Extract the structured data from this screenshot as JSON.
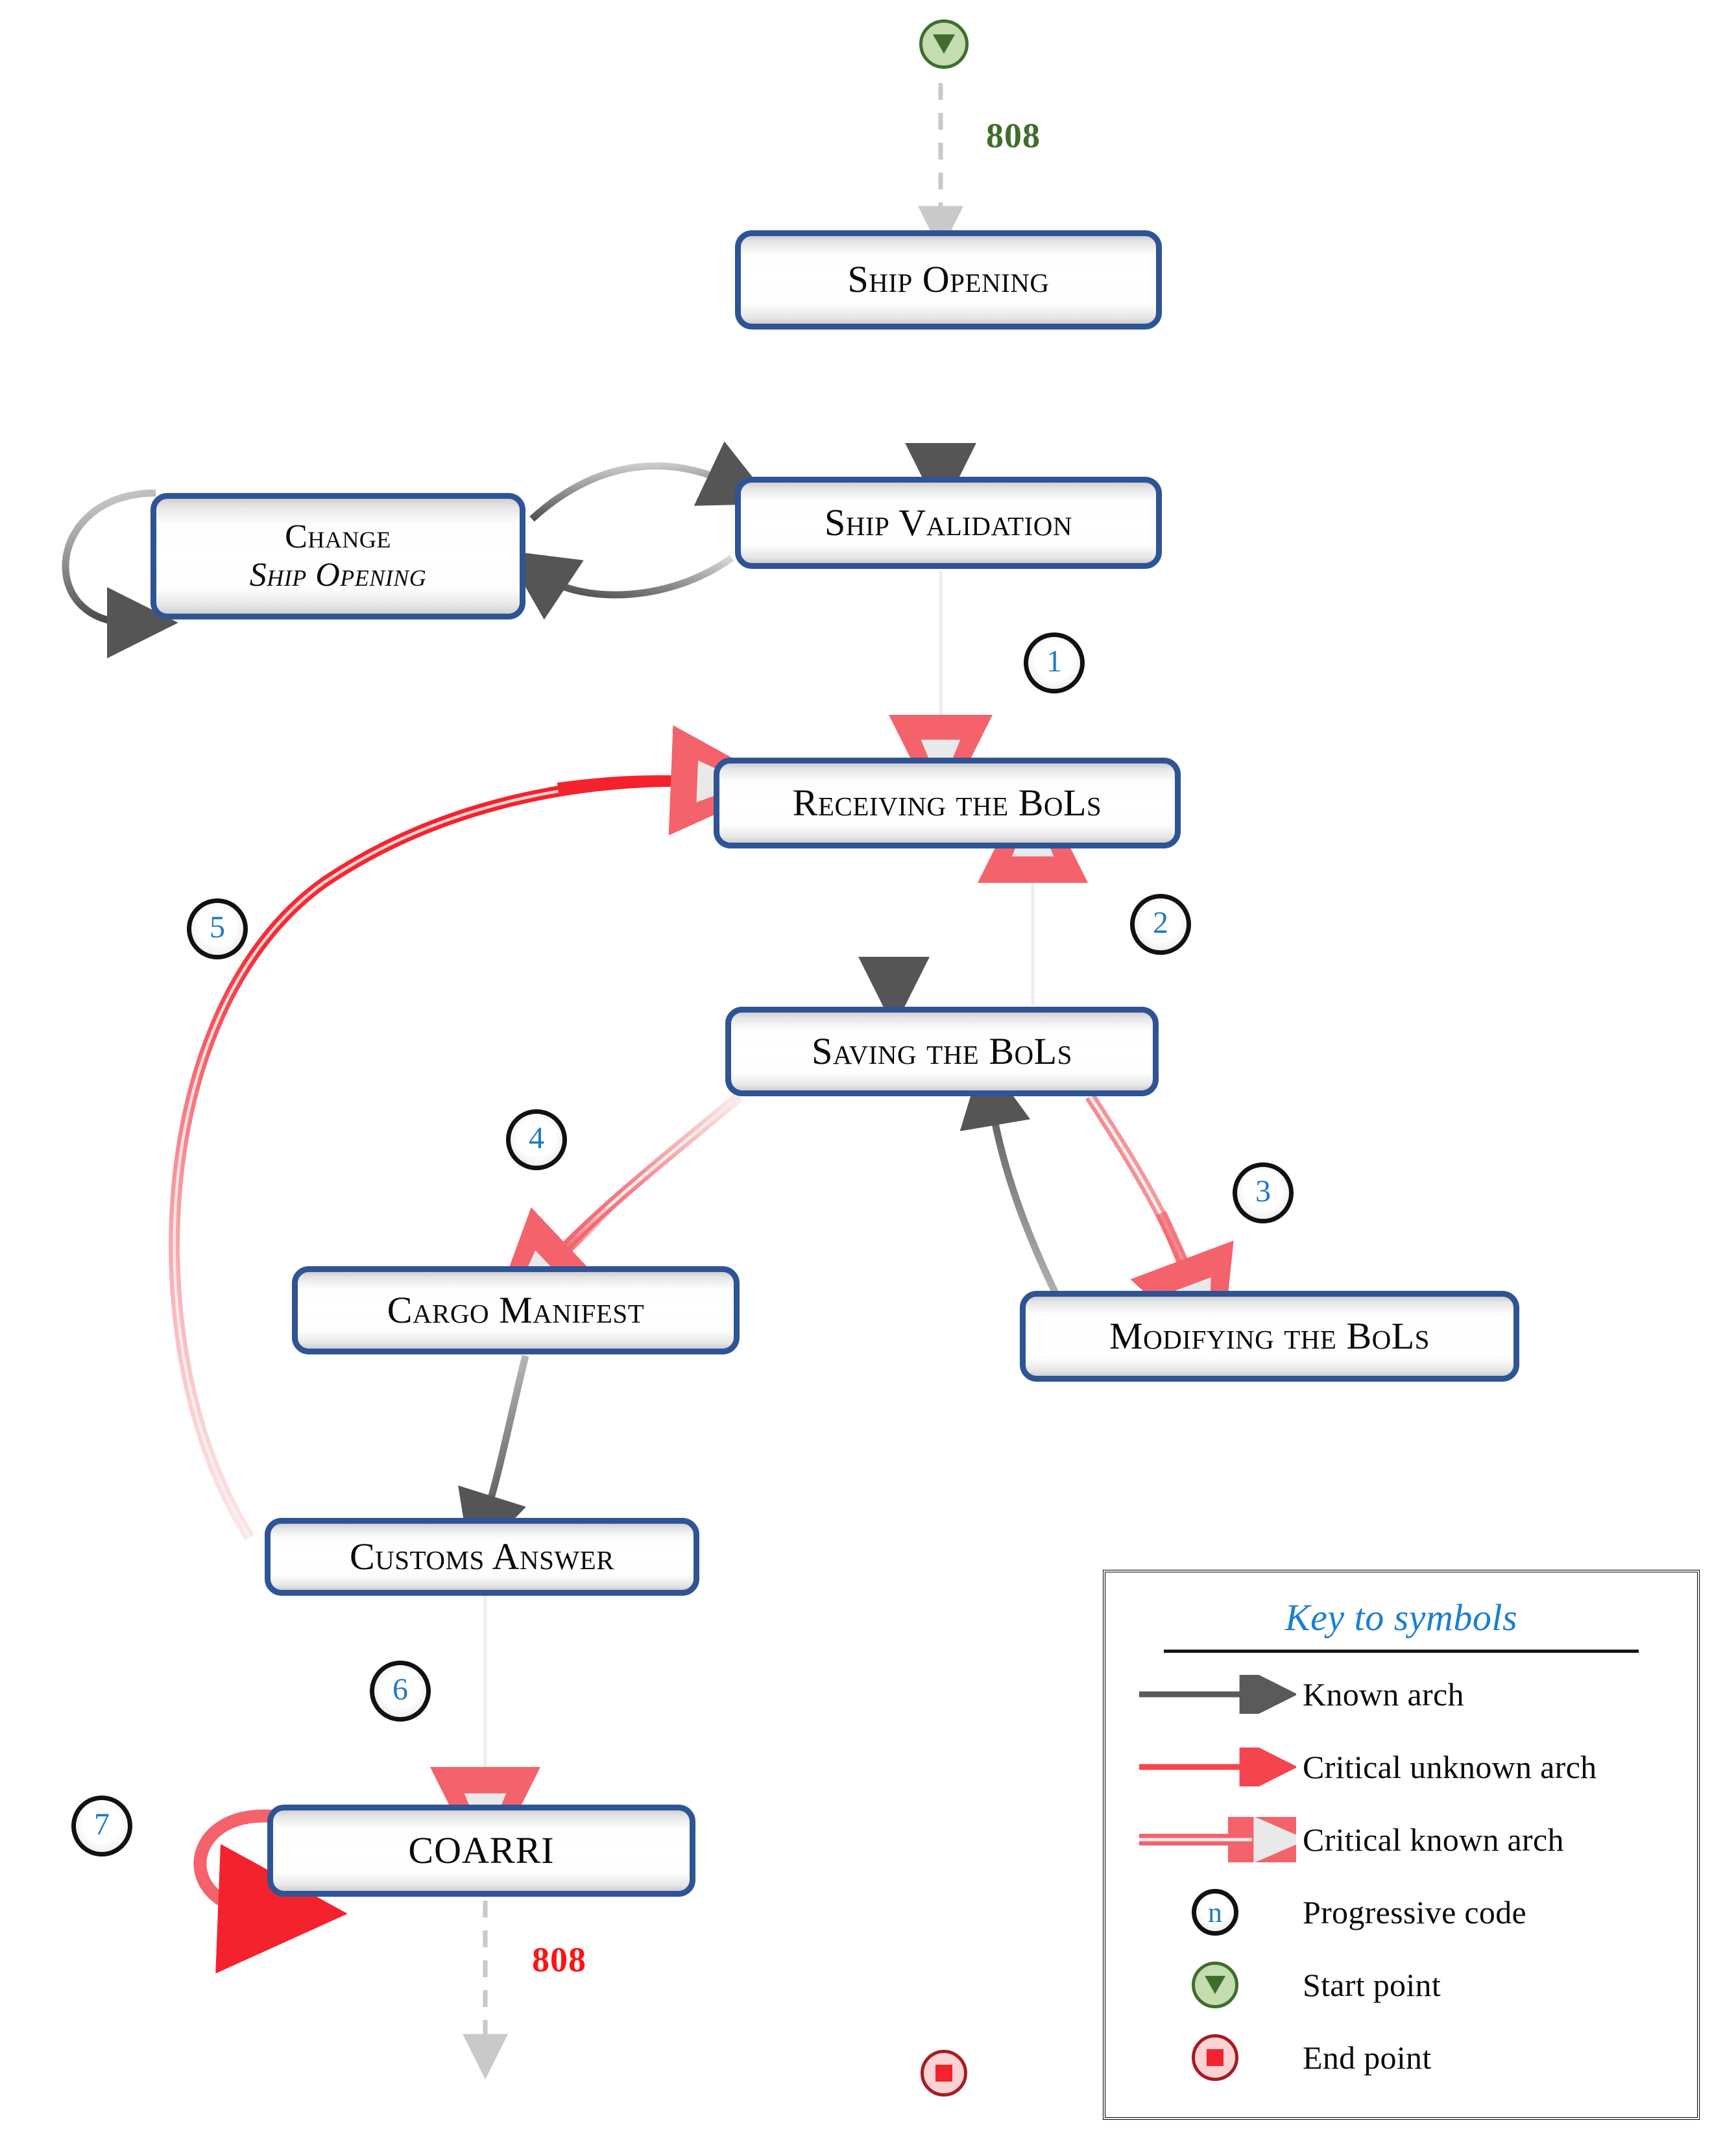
{
  "diagram": {
    "nodes": [
      {
        "id": "ship-opening",
        "label": "Ship Opening",
        "label2": ""
      },
      {
        "id": "ship-validation",
        "label": "Ship Validation",
        "label2": ""
      },
      {
        "id": "change-ship-opening",
        "label": "Change",
        "label2": "Ship Opening"
      },
      {
        "id": "receiving-bols",
        "label": "Receiving the BoLs",
        "label2": ""
      },
      {
        "id": "saving-bols",
        "label": "Saving the BoLs",
        "label2": ""
      },
      {
        "id": "modifying-bols",
        "label": "Modifying the BoLs",
        "label2": ""
      },
      {
        "id": "cargo-manifest",
        "label": "Cargo Manifest",
        "label2": ""
      },
      {
        "id": "customs-answer",
        "label": "Customs Answer",
        "label2": ""
      },
      {
        "id": "coarri",
        "label": "COARRI",
        "label2": ""
      }
    ],
    "progressive_codes": [
      "1",
      "2",
      "3",
      "4",
      "5",
      "6",
      "7"
    ],
    "edge_labels": {
      "start_code": "808",
      "end_code": "808"
    },
    "colors": {
      "node_border": "#2e5496",
      "known_arch": "#555555",
      "critical_unknown_arch": "#f4222c",
      "critical_known_arch": "#f4626b",
      "code_number": "#1f7ac4",
      "start_point": "#3f6e2c",
      "end_point": "#f4222c",
      "legend_title": "#1b7fd4"
    }
  },
  "legend": {
    "title": "Key to symbols",
    "rows": [
      {
        "symbol": "known-arch-arrow",
        "label": "Known arch"
      },
      {
        "symbol": "critical-unknown-arch-arrow",
        "label": "Critical unknown arch"
      },
      {
        "symbol": "critical-known-arch-arrow",
        "label": "Critical known arch"
      },
      {
        "symbol": "progressive-code-circle",
        "label": "Progressive code",
        "glyph": "n"
      },
      {
        "symbol": "start-point-circle",
        "label": "Start point"
      },
      {
        "symbol": "end-point-circle",
        "label": "End point"
      }
    ]
  }
}
